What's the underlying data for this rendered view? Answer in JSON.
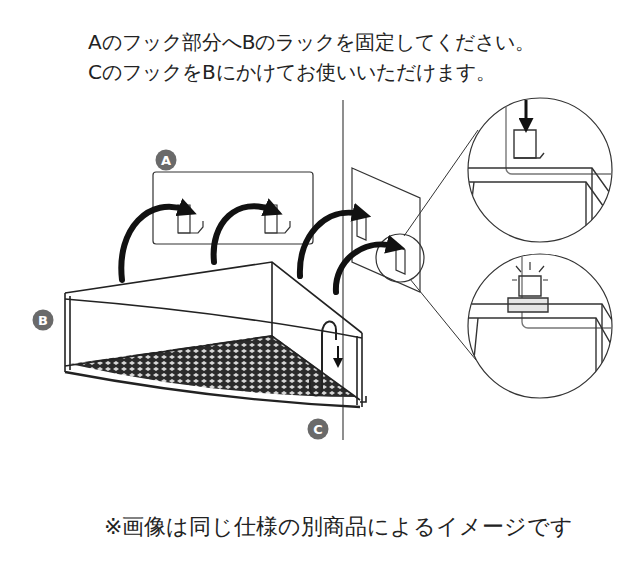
{
  "diagram": {
    "caption": "※画像は同じ仕様の別商品によるイメージです",
    "nodes": [
      {
        "text": [
          "A"
        ]
      },
      {
        "text": [
          "B"
        ]
      },
      {
        "text": [
          "C"
        ]
      }
    ],
    "labels": [
      "Aのフック部分へBのラックを固定してください。",
      "CのフックをBにかけてお使いいただけます。"
    ]
  }
}
